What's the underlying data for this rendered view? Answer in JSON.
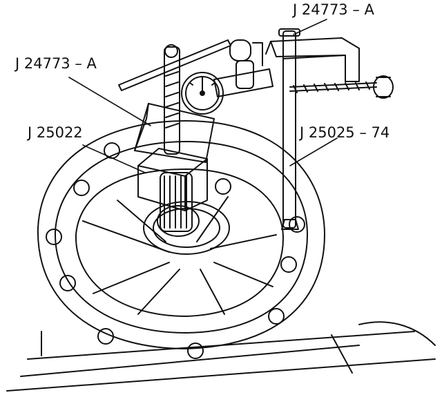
{
  "labels": {
    "top_right": "J 24773 – A",
    "left": "J 24773 – A",
    "center": "J 25022",
    "right": "J 25025 – 74"
  }
}
